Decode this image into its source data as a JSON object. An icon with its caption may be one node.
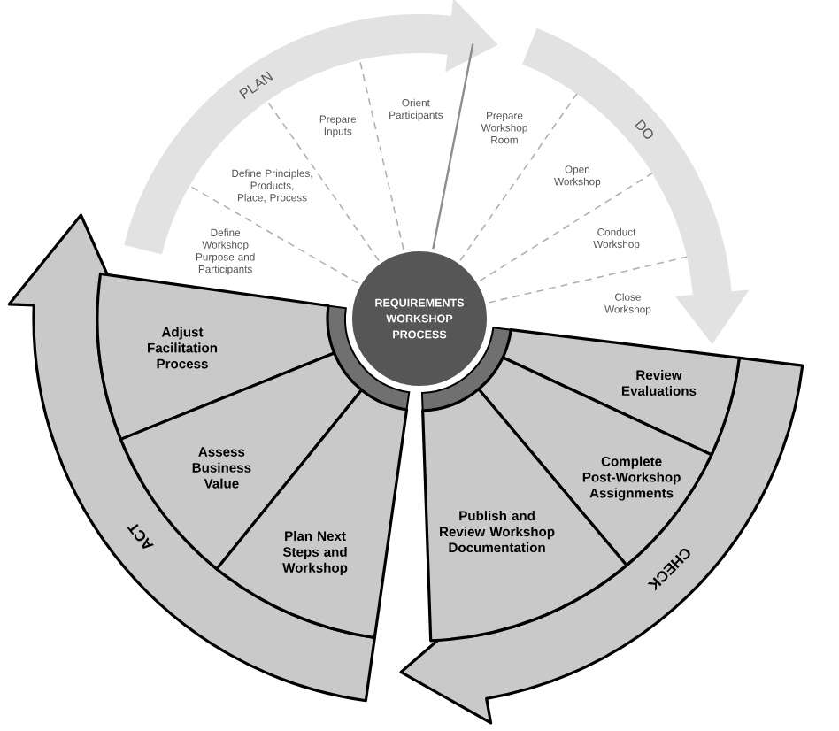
{
  "diagram": {
    "nodes": [
      {
        "text": [
          "PLAN"
        ]
      },
      {
        "text": [
          "DO"
        ]
      },
      {
        "text": [
          "REQUIREMENTS WORKSHOP PROCESS"
        ]
      },
      {
        "text": [
          "Adjust Facilitation Process"
        ]
      },
      {
        "text": [
          "Assess Business Value"
        ]
      },
      {
        "text": [
          "Plan Next Steps and Workshop"
        ]
      },
      {
        "text": [
          "ACT"
        ]
      },
      {
        "text": [
          "Review Evaluations"
        ]
      },
      {
        "text": [
          "Complete Post-Workshop Assignments"
        ]
      },
      {
        "text": [
          "Publish and Review Workshop Documentation"
        ]
      },
      {
        "text": [
          "CHECK"
        ]
      }
    ],
    "labels": [
      "Define Workshop Purpose and Participants",
      "Define Principles, Products, Place, Process",
      "Prepare Inputs",
      "Orient Participants",
      "Prepare Workshop Room",
      "Open Workshop",
      "Conduct Workshop",
      "Close Workshop"
    ]
  }
}
